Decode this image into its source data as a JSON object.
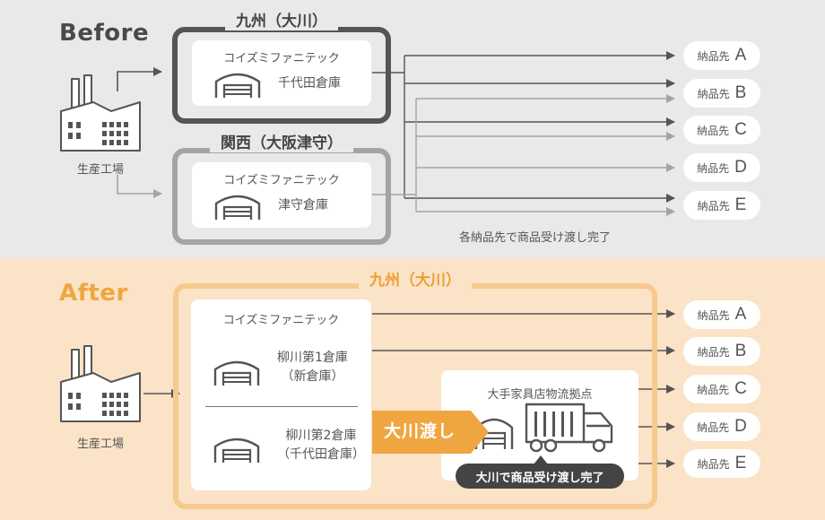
{
  "before": {
    "title": "Before",
    "kyushu_label": "九州（大川）",
    "kansai_label": "関西（大阪津守）",
    "company": "コイズミファニテック",
    "warehouse_kyushu": "千代田倉庫",
    "warehouse_kansai": "津守倉庫",
    "factory_label": "生産工場",
    "caption": "各納品先で商品受け渡し完了"
  },
  "after": {
    "title": "After",
    "kyushu_label": "九州（大川）",
    "company": "コイズミファニテック",
    "warehouse_1_line1": "柳川第1倉庫",
    "warehouse_1_line2": "（新倉庫）",
    "warehouse_2_line1": "柳川第2倉庫",
    "warehouse_2_line2": "（千代田倉庫）",
    "factory_label": "生産工場",
    "transfer_label": "大川渡し",
    "hub_title": "大手家具店物流拠点",
    "done_label": "大川で商品受け渡し完了"
  },
  "customers_label": "納品先",
  "customer_letters": [
    "A",
    "B",
    "C",
    "D",
    "E"
  ],
  "colors": {
    "dark": "#555555",
    "gray": "#a4a4a4",
    "orange": "#f0a640",
    "before_bg": "#e9e9ea",
    "after_bg": "#fbe3c7"
  },
  "icons": [
    "factory-icon",
    "warehouse-icon",
    "truck-icon",
    "arrow-icon"
  ]
}
